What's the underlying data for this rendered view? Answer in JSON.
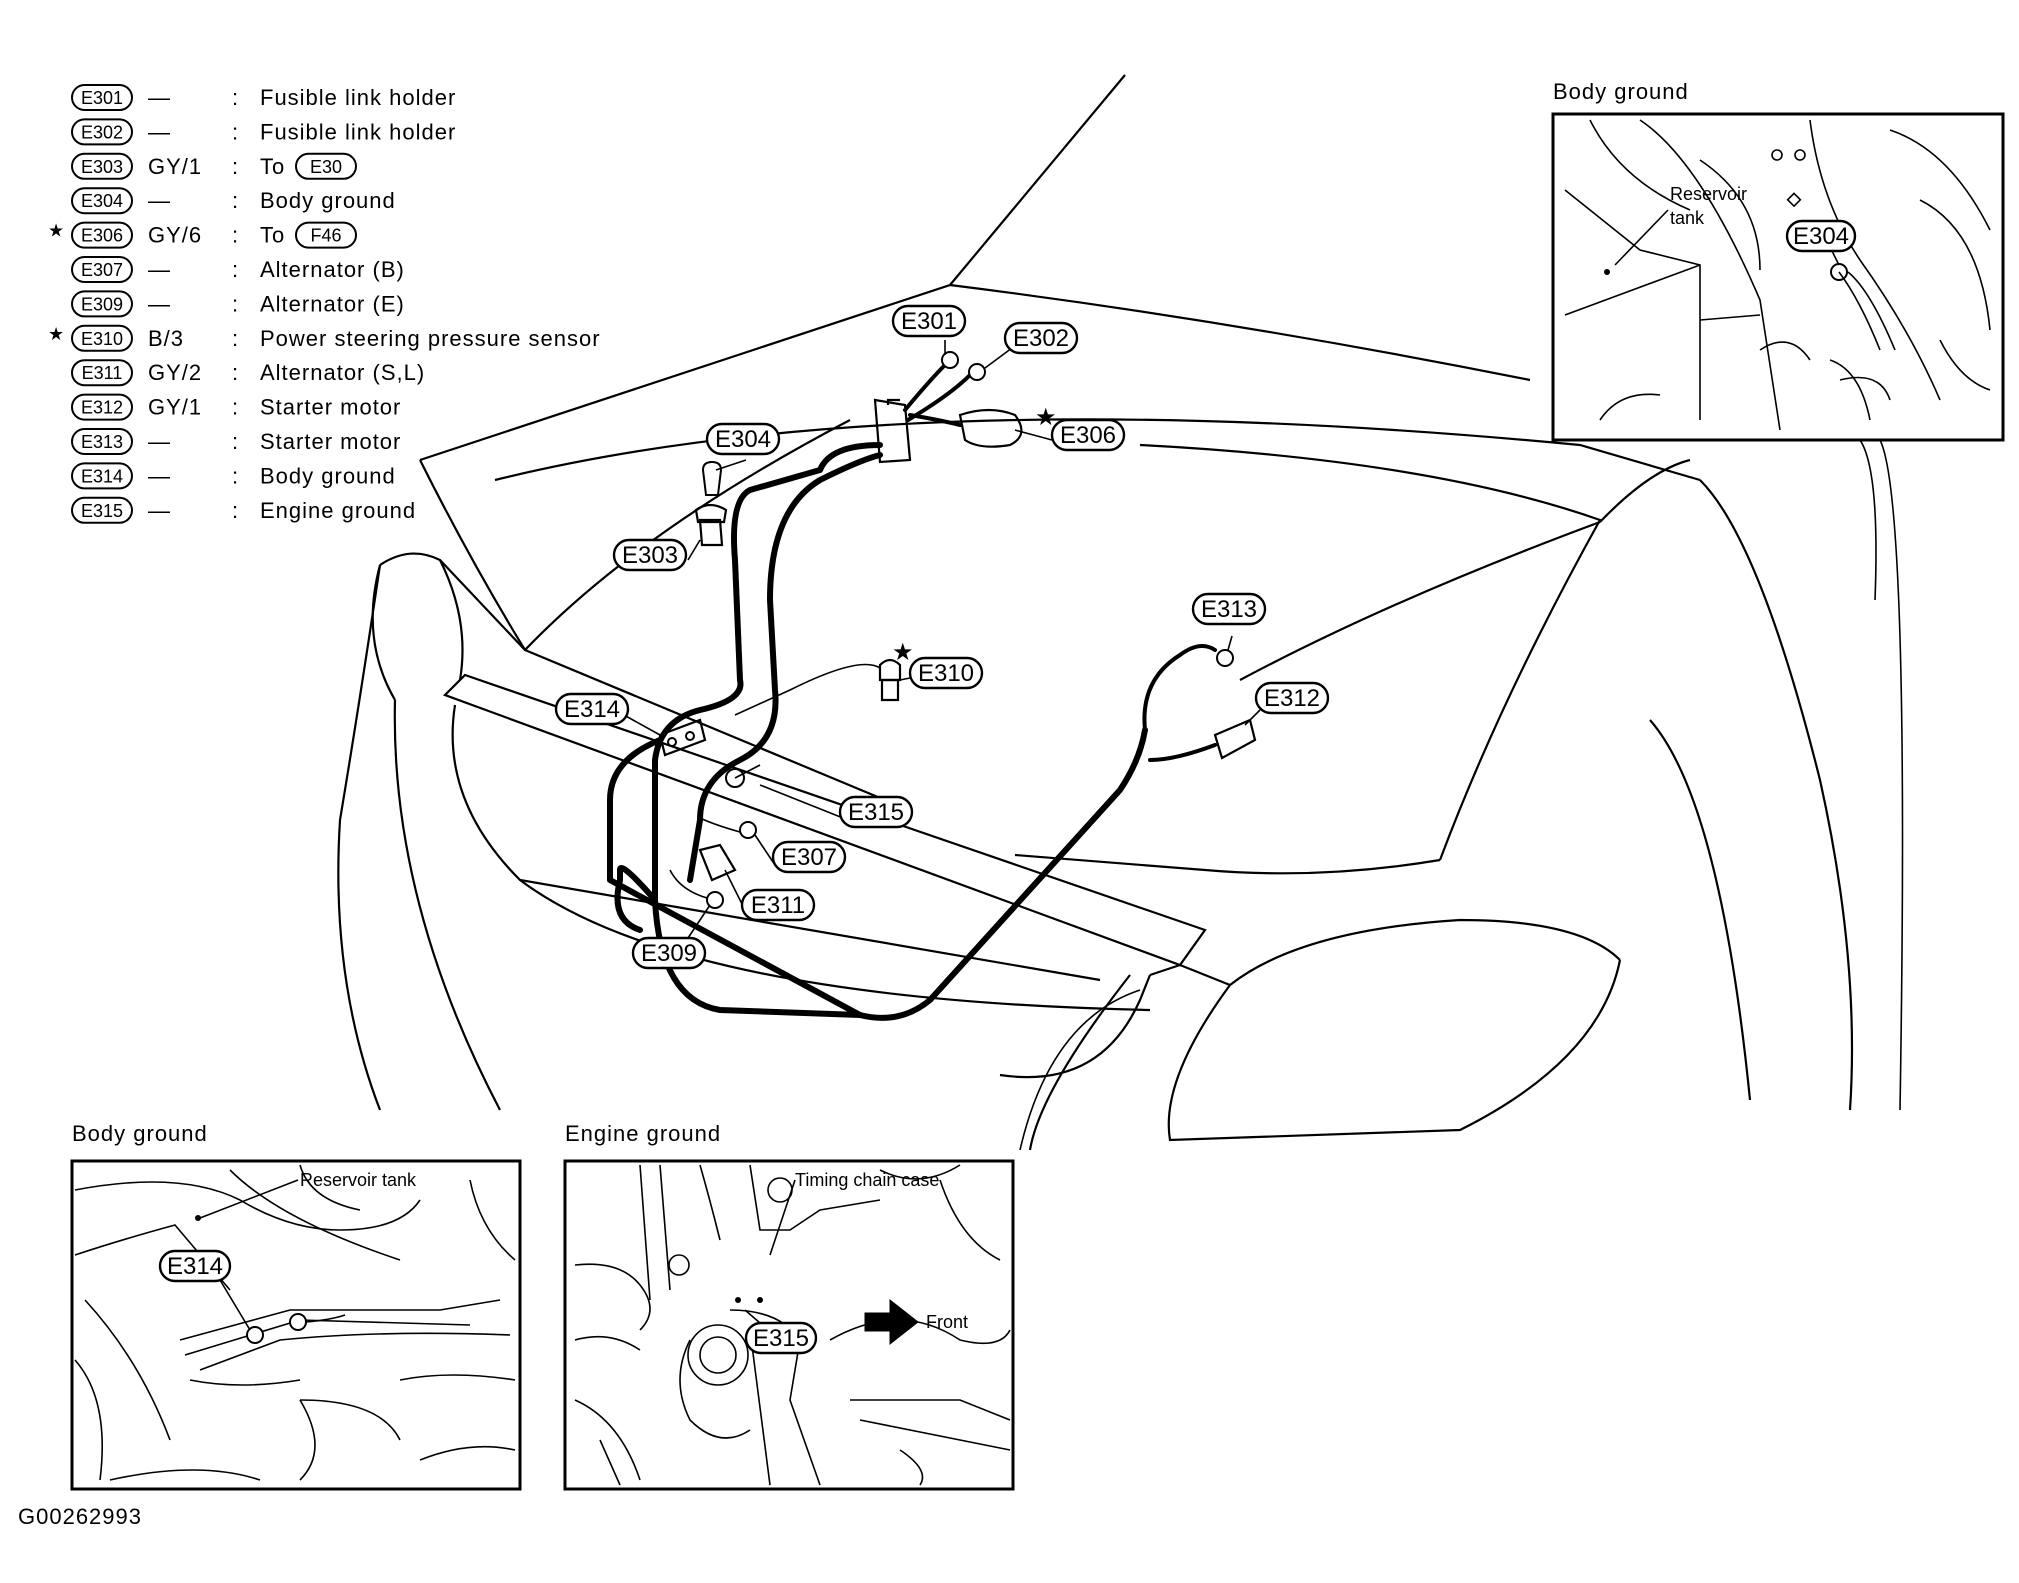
{
  "legend": [
    {
      "code": "E301",
      "star": false,
      "color": "—",
      "desc": "Fusible link holder",
      "ref": ""
    },
    {
      "code": "E302",
      "star": false,
      "color": "—",
      "desc": "Fusible link holder",
      "ref": ""
    },
    {
      "code": "E303",
      "star": false,
      "color": "GY/1",
      "desc": "To",
      "ref": "E30"
    },
    {
      "code": "E304",
      "star": false,
      "color": "—",
      "desc": "Body ground",
      "ref": ""
    },
    {
      "code": "E306",
      "star": true,
      "color": "GY/6",
      "desc": "To",
      "ref": "F46"
    },
    {
      "code": "E307",
      "star": false,
      "color": "—",
      "desc": "Alternator (B)",
      "ref": ""
    },
    {
      "code": "E309",
      "star": false,
      "color": "—",
      "desc": "Alternator (E)",
      "ref": ""
    },
    {
      "code": "E310",
      "star": true,
      "color": "B/3",
      "desc": "Power steering pressure sensor",
      "ref": ""
    },
    {
      "code": "E311",
      "star": false,
      "color": "GY/2",
      "desc": "Alternator (S,L)",
      "ref": ""
    },
    {
      "code": "E312",
      "star": false,
      "color": "GY/1",
      "desc": "Starter motor",
      "ref": ""
    },
    {
      "code": "E313",
      "star": false,
      "color": "—",
      "desc": "Starter motor",
      "ref": ""
    },
    {
      "code": "E314",
      "star": false,
      "color": "—",
      "desc": "Body ground",
      "ref": ""
    },
    {
      "code": "E315",
      "star": false,
      "color": "—",
      "desc": "Engine ground",
      "ref": ""
    }
  ],
  "legend_separator": ":",
  "star_symbol": "★",
  "main": {
    "E301": "E301",
    "E302": "E302",
    "E304": "E304",
    "E306": "E306",
    "E303": "E303",
    "E313": "E313",
    "E310": "E310",
    "E312": "E312",
    "E314": "E314",
    "E315": "E315",
    "E307": "E307",
    "E311": "E311",
    "E309": "E309"
  },
  "inset_top_right": {
    "title": "Body ground",
    "reservoir_line1": "Reservoir",
    "reservoir_line2": "tank",
    "connector": "E304"
  },
  "inset_bottom_left": {
    "title": "Body ground",
    "reservoir": "Reservoir tank",
    "connector": "E314"
  },
  "inset_bottom_mid": {
    "title": "Engine ground",
    "timing": "Timing chain case",
    "connector": "E315",
    "front": "Front"
  },
  "figure_id": "G00262993"
}
